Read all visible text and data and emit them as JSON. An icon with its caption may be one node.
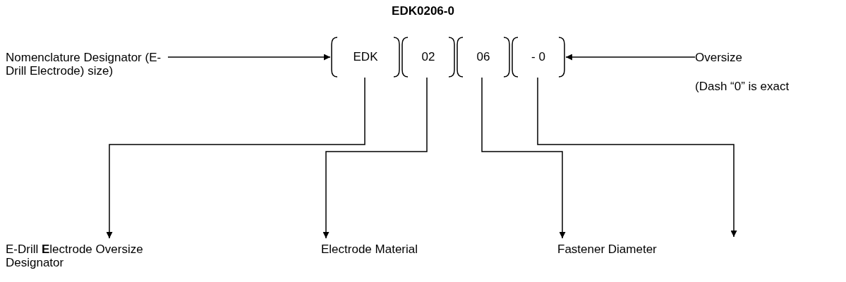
{
  "diagram": {
    "title": "EDK0206-0",
    "nodes": [
      {
        "text": [
          "Nomenclature Designator (E-Drill Electrode) size)"
        ]
      },
      {
        "text": [
          "EDK"
        ]
      },
      {
        "text": [
          "02"
        ]
      },
      {
        "text": [
          "06"
        ]
      },
      {
        "text": [
          "- 0"
        ]
      },
      {
        "text": [
          "Oversize",
          "(Dash “0” is exact"
        ]
      },
      {
        "text": [
          "E-Drill **E**lectrode Oversize Designator"
        ]
      },
      {
        "text": [
          "Electrode Material"
        ]
      },
      {
        "text": [
          "Fastener Diameter"
        ]
      }
    ],
    "edges": [
      {
        "from": 0,
        "to": 1,
        "arrow": "to"
      },
      {
        "from": 5,
        "to": 4,
        "arrow": "to"
      },
      {
        "from": 1,
        "to": 6,
        "arrow": "to"
      },
      {
        "from": 2,
        "to": 7,
        "arrow": "to"
      },
      {
        "from": 3,
        "to": 8,
        "arrow": "to"
      },
      {
        "from": 4,
        "to": null,
        "arrow": "to"
      }
    ]
  }
}
